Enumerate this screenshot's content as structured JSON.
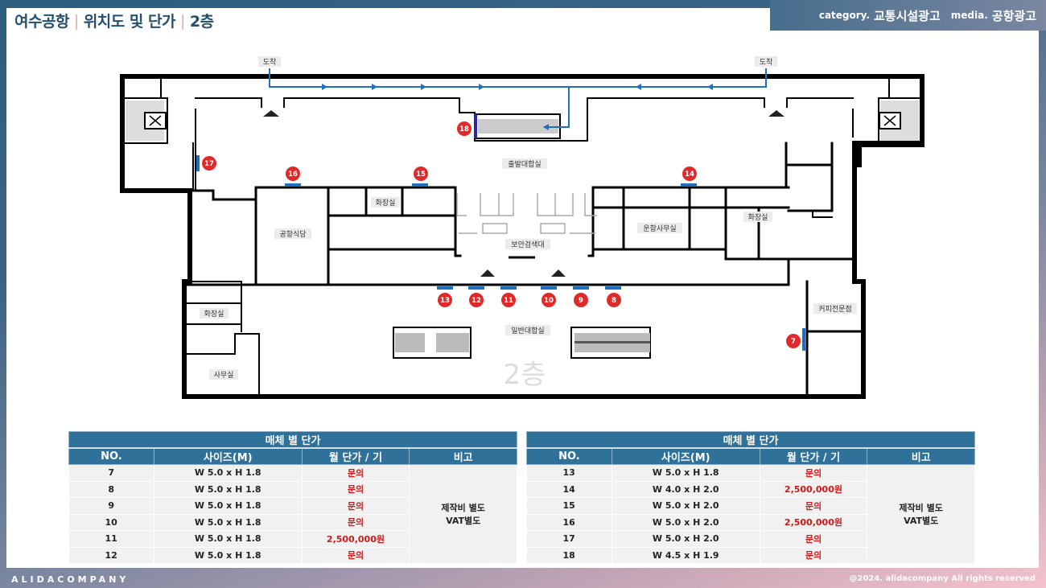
{
  "header": {
    "title_parts": [
      "여수공항",
      "위치도 및 단가",
      "2층"
    ],
    "separator": "|",
    "category_key": "category.",
    "category_value": "교통시설광고",
    "media_key": "media.",
    "media_value": "공항광고"
  },
  "floorplan": {
    "floor_watermark": "2층",
    "rooms": {
      "arrival_left": "도착",
      "arrival_right": "도착",
      "departure_lounge": "출발대합실",
      "restroom_top": "화장실",
      "restaurant": "공항식당",
      "security": "보안검색대",
      "operations_office": "운항사무실",
      "restroom_right": "화장실",
      "restroom_left": "화장실",
      "office": "사무실",
      "general_lounge": "일반대합실",
      "coffee_shop": "커피전문점"
    },
    "markers": [
      "7",
      "8",
      "9",
      "10",
      "11",
      "12",
      "13",
      "14",
      "15",
      "16",
      "17",
      "18"
    ],
    "colors": {
      "marker": "#e02a2a",
      "ad_panel": "#1f6fbf",
      "route": "#1f6fbf"
    }
  },
  "tables": [
    {
      "title": "매체 별 단가",
      "columns": [
        "NO.",
        "사이즈(M)",
        "월 단가 / 기",
        "비고"
      ],
      "rows": [
        {
          "no": "7",
          "size": "W 5.0 x H 1.8",
          "price": "문의"
        },
        {
          "no": "8",
          "size": "W 5.0 x H 1.8",
          "price": "문의"
        },
        {
          "no": "9",
          "size": "W 5.0 x H 1.8",
          "price": "문의"
        },
        {
          "no": "10",
          "size": "W 5.0 x H 1.8",
          "price": "문의"
        },
        {
          "no": "11",
          "size": "W 5.0 x H 1.8",
          "price": "2,500,000원"
        },
        {
          "no": "12",
          "size": "W 5.0 x H 1.8",
          "price": "문의"
        }
      ],
      "note_line1": "제작비 별도",
      "note_line2": "VAT별도"
    },
    {
      "title": "매체 별 단가",
      "columns": [
        "NO.",
        "사이즈(M)",
        "월 단가 / 기",
        "비고"
      ],
      "rows": [
        {
          "no": "13",
          "size": "W 5.0 x H 1.8",
          "price": "문의"
        },
        {
          "no": "14",
          "size": "W 4.0 x H 2.0",
          "price": "2,500,000원"
        },
        {
          "no": "15",
          "size": "W 5.0 x H 2.0",
          "price": "문의"
        },
        {
          "no": "16",
          "size": "W 5.0 x H 2.0",
          "price": "2,500,000원"
        },
        {
          "no": "17",
          "size": "W 5.0 x H 2.0",
          "price": "문의"
        },
        {
          "no": "18",
          "size": "W 4.5 x H 1.9",
          "price": "문의"
        }
      ],
      "note_line1": "제작비 별도",
      "note_line2": "VAT별도"
    }
  ],
  "footer": {
    "brand": "ALIDACOMPANY",
    "copyright": "@2024. alidacompany All rights reserved"
  }
}
